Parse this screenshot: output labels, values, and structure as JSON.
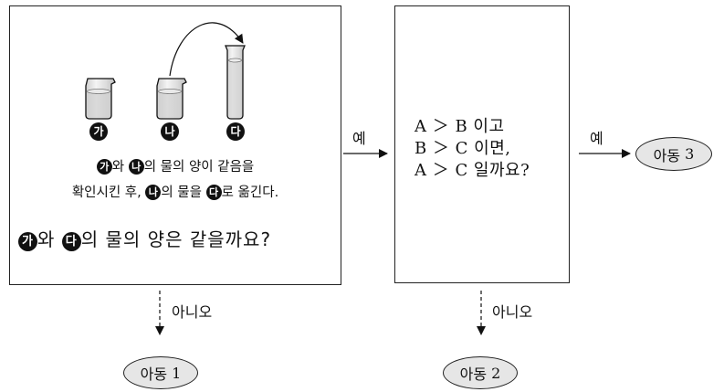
{
  "containers": [
    {
      "label": "가"
    },
    {
      "label": "나"
    },
    {
      "label": "다"
    }
  ],
  "panel1": {
    "line1": {
      "a": "가",
      "t1": "와 ",
      "b": "나",
      "t2": "의 물의 양이 같음을"
    },
    "line2": {
      "t1": "확인시킨 후, ",
      "a": "나",
      "t2": "의 물을 ",
      "b": "다",
      "t3": "로 옮긴다."
    },
    "question": {
      "a": "가",
      "t1": "와 ",
      "b": "다",
      "t2": "의 물의 양은 같을까요?"
    }
  },
  "panel2": {
    "lines": [
      "A ＞ B 이고",
      "B ＞ C 이면,",
      "A ＞ C 일까요?"
    ]
  },
  "edges": {
    "yes1": "예",
    "yes2": "예",
    "no1": "아니오",
    "no2": "아니오"
  },
  "outcomes": {
    "child1": {
      "text": "아동",
      "num": "1"
    },
    "child2": {
      "text": "아동",
      "num": "2"
    },
    "child3": {
      "text": "아동",
      "num": "3"
    }
  }
}
